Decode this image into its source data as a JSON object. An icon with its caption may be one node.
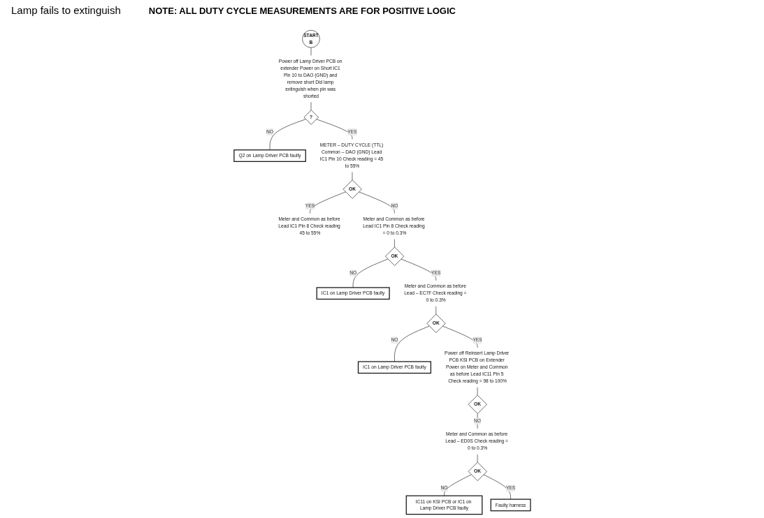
{
  "diagram": {
    "title": "Lamp fails to extinguish",
    "nodes": [
      {
        "text": [
          "START",
          "B"
        ]
      },
      {
        "text": [
          "Power off Lamp Driver PCB on extender Power on Short IC1 Pin 10 to DAO (GND) and remove short Did lamp extinguish when pin was shorted"
        ]
      },
      {
        "text": [
          "?"
        ]
      },
      {
        "text": [
          "Q2 on Lamp Driver PCB faulty"
        ]
      },
      {
        "text": [
          "METER – DUTY CYCLE (TTL) Common – DAO (GND) Lead IC1 Pin 10 Check reading = 45 to 55%"
        ]
      },
      {
        "text": [
          "OK"
        ]
      },
      {
        "text": [
          "Meter and Common as before Lead IC1 Pin 8 Check reading 45 to 55%"
        ]
      },
      {
        "text": [
          "Meter and Common as before Lead IC1 Pin 8 Check reading = 0 to 0.3%"
        ]
      },
      {
        "text": [
          "OK"
        ]
      },
      {
        "text": [
          "IC1 on Lamp Driver PCB faulty"
        ]
      },
      {
        "text": [
          "Meter and Common as before Lead – EC7F Check reading = 0 to 0.3%"
        ]
      },
      {
        "text": [
          "OK"
        ]
      },
      {
        "text": [
          "IC1 on Lamp Driver PCB faulty"
        ]
      },
      {
        "text": [
          "Power off Reinsert Lamp Driver PCB KSI PCB on Extender Power on Meter and Common as before Lead IC11 Pin 5 Check reading = 98 to 100%"
        ]
      },
      {
        "text": [
          "OK"
        ]
      },
      {
        "text": [
          "Meter and Common as before Lead – ED0S Check reading = 0 to 0.3%"
        ]
      },
      {
        "text": [
          "OK"
        ]
      },
      {
        "text": [
          "IC11 on KSI PCB or IC1 on Lamp Driver PCB faulty"
        ]
      },
      {
        "text": [
          "Faulty harness"
        ]
      }
    ],
    "edges": [
      {
        "from": 0,
        "to": 1,
        "arrow": "none"
      },
      {
        "from": 1,
        "to": 2,
        "arrow": "none"
      },
      {
        "from": 2,
        "to": 3,
        "label": "NO",
        "arrow": "none"
      },
      {
        "from": 2,
        "to": 4,
        "label": "YES",
        "arrow": "none"
      },
      {
        "from": 4,
        "to": 5,
        "arrow": "none"
      },
      {
        "from": 5,
        "to": 7,
        "label": "NO",
        "arrow": "none"
      },
      {
        "from": 5,
        "to": 6,
        "label": "YES",
        "arrow": "none"
      },
      {
        "from": 7,
        "to": 8,
        "arrow": "none"
      },
      {
        "from": 8,
        "to": 9,
        "label": "NO",
        "arrow": "none"
      },
      {
        "from": 8,
        "to": 10,
        "label": "YES",
        "arrow": "none"
      },
      {
        "from": 10,
        "to": 11,
        "arrow": "none"
      },
      {
        "from": 11,
        "to": 12,
        "label": "NO",
        "arrow": "none"
      },
      {
        "from": 11,
        "to": 13,
        "label": "YES",
        "arrow": "none"
      },
      {
        "from": 13,
        "to": 14,
        "arrow": "none"
      },
      {
        "from": 14,
        "to": 15,
        "label": "NO",
        "arrow": "none"
      },
      {
        "from": 15,
        "to": 16,
        "arrow": "none"
      },
      {
        "from": 16,
        "to": 17,
        "label": "NO",
        "arrow": "none"
      },
      {
        "from": 16,
        "to": 18,
        "label": "YES",
        "arrow": "none"
      }
    ],
    "labels": [
      "NOTE: ALL DUTY CYCLE MEASUREMENTS ARE FOR POSITIVE LOGIC"
    ]
  }
}
